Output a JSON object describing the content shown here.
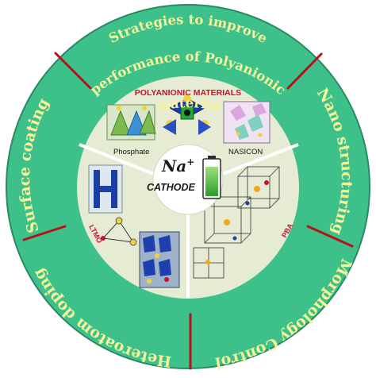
{
  "center": {
    "ion": "Na",
    "ion_charge": "+",
    "label": "CATHODE"
  },
  "inner_sections": {
    "polyanionic": "POLYANIONIC MATERIALS",
    "phosphate": "Phosphate",
    "nasicon": "NASICON",
    "ltmo": "LTMO",
    "pba": "PBA"
  },
  "strategies": {
    "top_line1": "Strategies to improve",
    "top_line2": "performance of Polyanionic",
    "top_line3": "material",
    "right": "Nano structuring",
    "bottom_right": "Morphology Control",
    "bottom_left": "Heteroatom doping",
    "left": "Surface coating"
  },
  "colors": {
    "outer_ring": "#3ec08a",
    "divider": "#b5121b",
    "label_text": "#f6f29a",
    "inner_panel": "#e6ecd4",
    "center_disc": "#ffffff",
    "accent_red": "#c8102e"
  }
}
